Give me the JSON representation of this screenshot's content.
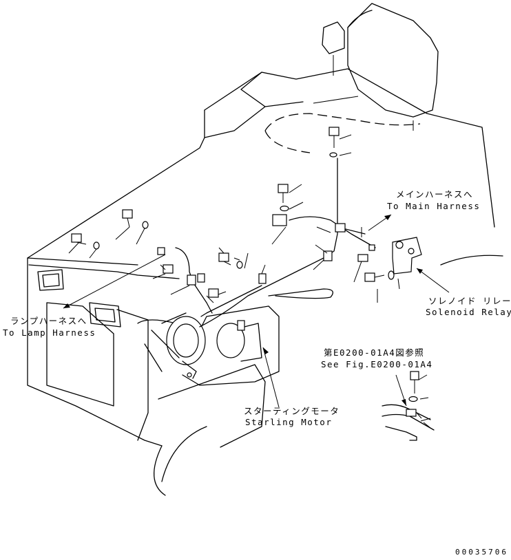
{
  "labels": {
    "main_harness_jp": "メインハーネスへ",
    "main_harness_en": "To Main Harness",
    "lamp_harness_jp": "ランプハーネスへ",
    "lamp_harness_en": "To Lamp Harness",
    "solenoid_relay_jp": "ソレノイド リレー",
    "solenoid_relay_en": "Solenoid Relay",
    "see_fig_jp": "第E0200-01A4図参照",
    "see_fig_en": "See Fig.E0200-01A4",
    "starting_motor_jp": "スターティングモータ",
    "starting_motor_en": "Starling Motor"
  },
  "drawing_number": "00035706",
  "colors": {
    "line": "#000000",
    "background": "#ffffff"
  }
}
